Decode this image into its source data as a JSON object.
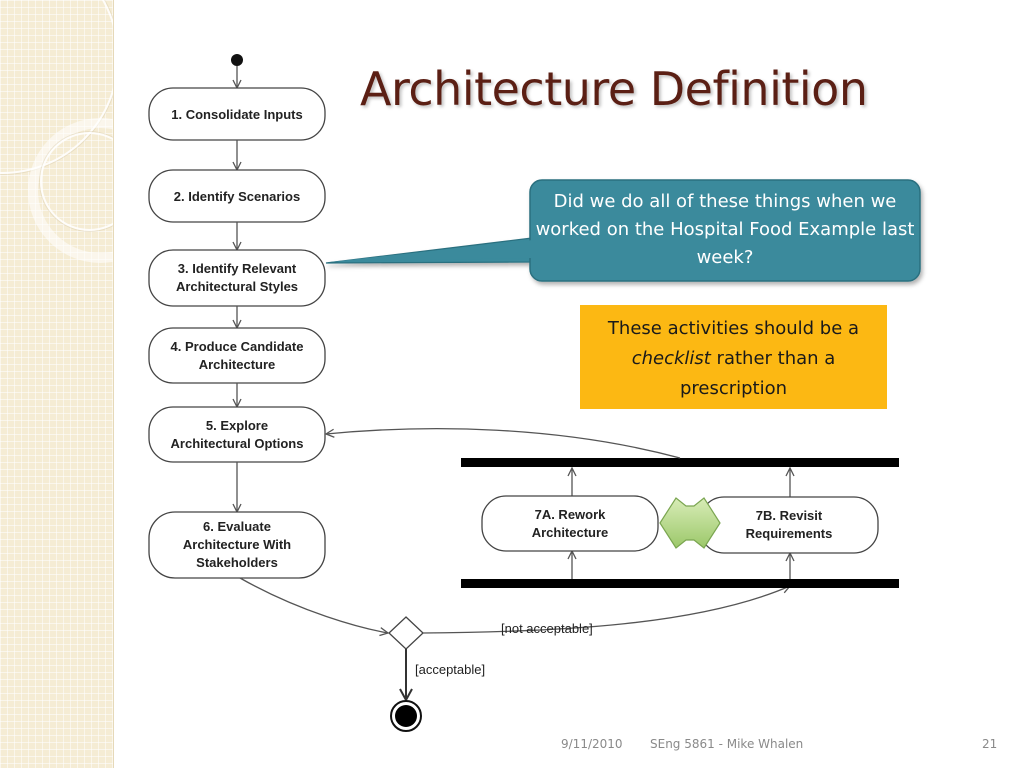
{
  "slide": {
    "title": "Architecture Definition",
    "callout": "Did we do all of these things when we worked on the Hospital Food Example last week?",
    "note": {
      "line1": "These activities should be a",
      "line2_italic": "checklist",
      "line2_rest": " rather than a",
      "line3": "prescription"
    }
  },
  "diagram": {
    "steps": [
      {
        "line1": "1. Consolidate Inputs",
        "line2": ""
      },
      {
        "line1": "2. Identify Scenarios",
        "line2": ""
      },
      {
        "line1": "3. Identify Relevant",
        "line2": "Architectural Styles"
      },
      {
        "line1": "4. Produce Candidate",
        "line2": "Architecture"
      },
      {
        "line1": "5. Explore",
        "line2": "Architectural Options"
      },
      {
        "line1": "6. Evaluate",
        "line2": "Architecture With",
        "line3": "Stakeholders"
      }
    ],
    "rework": {
      "line1": "7A. Rework",
      "line2": "Architecture"
    },
    "revisit": {
      "line1": "7B. Revisit",
      "line2": "Requirements"
    },
    "guard_not_acceptable": "[not acceptable]",
    "guard_acceptable": "[acceptable]"
  },
  "footer": {
    "date": "9/11/2010",
    "course": "SEng 5861 - Mike Whalen",
    "page": "21"
  },
  "colors": {
    "title": "#5b1f14",
    "callout_fill": "#3a8a9c",
    "note_fill": "#fcb813",
    "side_panel": "#f5ecd4"
  }
}
